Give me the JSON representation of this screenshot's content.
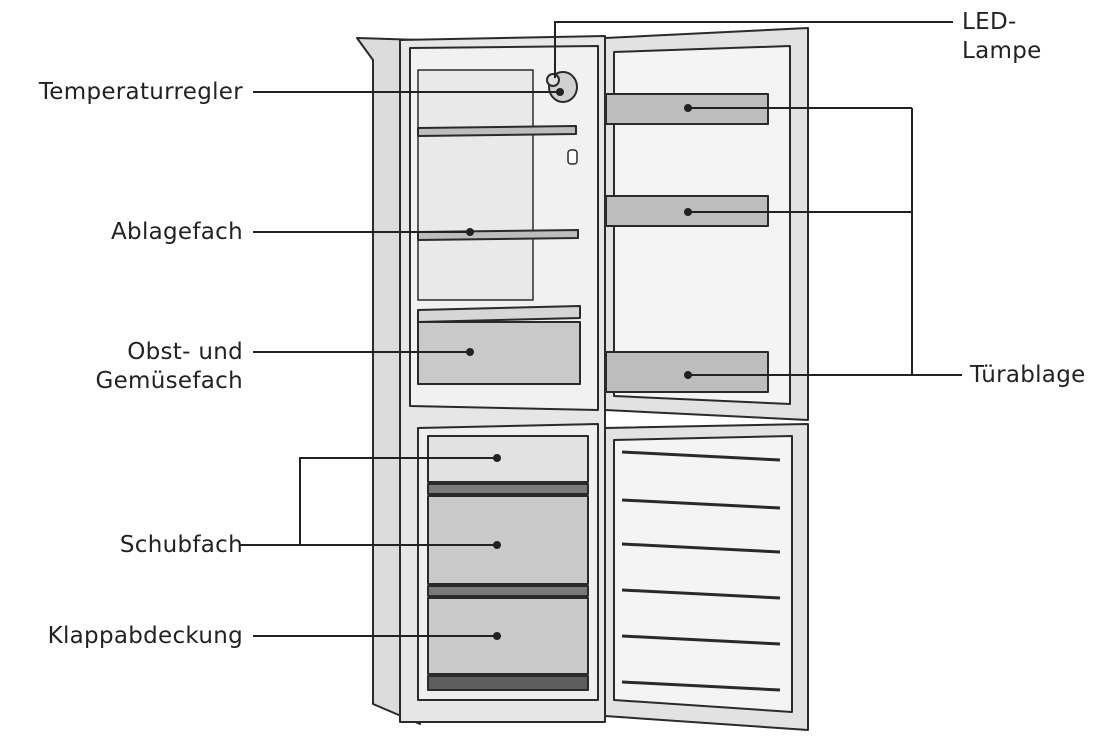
{
  "labels": {
    "led": [
      "LED-",
      "Lampe"
    ],
    "temperaturregler": "Temperaturregler",
    "ablagefach": "Ablagefach",
    "obst": [
      "Obst- und",
      "Gemüsefach"
    ],
    "tuerablage": "Türablage",
    "schubfach": "Schubfach",
    "klappabdeckung": "Klappabdeckung"
  },
  "colors": {
    "outline": "#2a2a2a",
    "body_fill": "#e3e3e3",
    "shelf_fill": "#bdbdbd",
    "drawer_fill": "#c9c9c9",
    "leader": "#222222"
  }
}
